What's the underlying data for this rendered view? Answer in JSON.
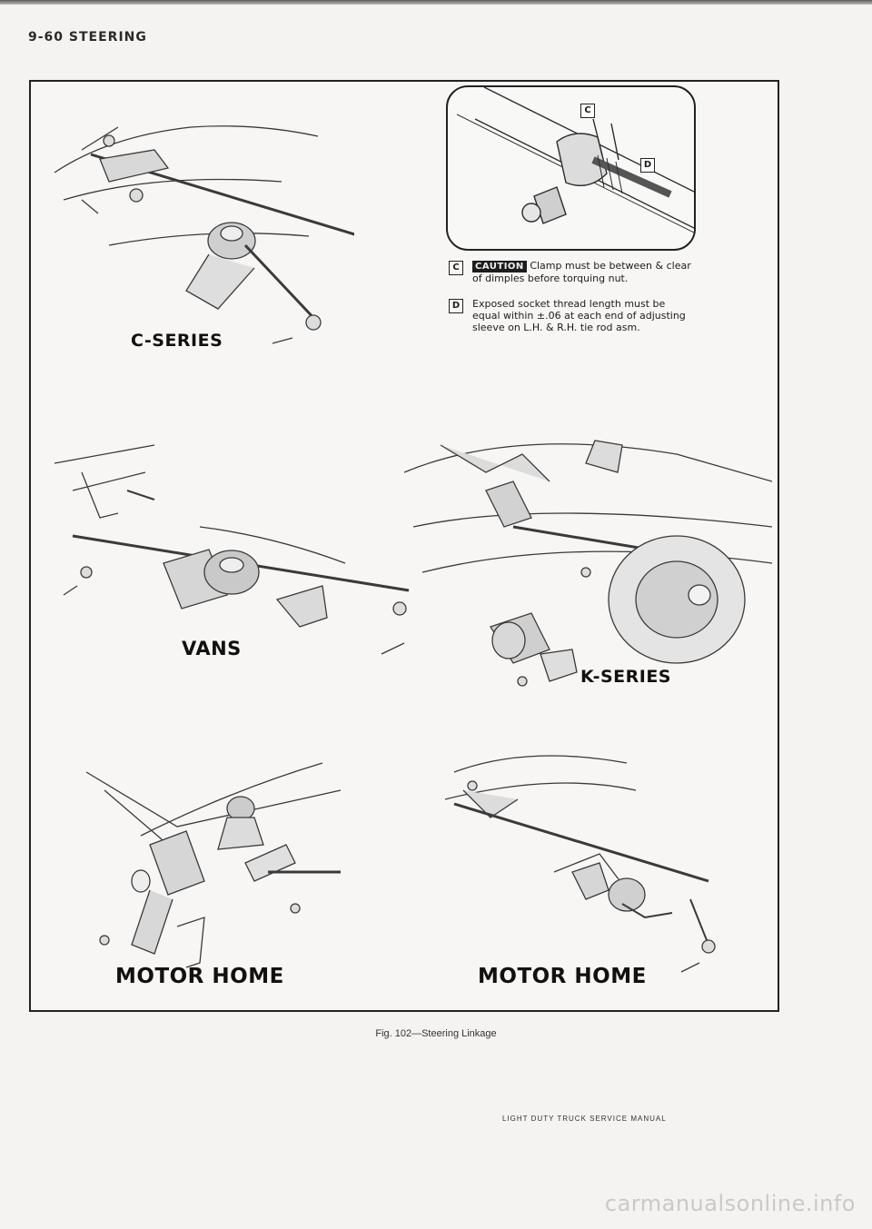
{
  "page_header": "9-60 STEERING",
  "figure": {
    "panels": {
      "c_series": "C-SERIES",
      "vans": "VANS",
      "k_series": "K-SERIES",
      "motor_home_left": "MOTOR HOME",
      "motor_home_right": "MOTOR HOME"
    },
    "detail": {
      "callout_c": "C",
      "callout_d": "D"
    },
    "notes": [
      {
        "tag": "C",
        "caution_label": "CAUTION",
        "line1": "Clamp must be between & clear",
        "line2": "of dimples before torquing nut."
      },
      {
        "tag": "D",
        "line1": "Exposed socket thread length must be",
        "line2": "equal within ±.06 at each end of adjusting",
        "line3": "sleeve on L.H. & R.H. tie rod asm."
      }
    ],
    "caption": "Fig. 102—Steering Linkage"
  },
  "footer": "LIGHT DUTY TRUCK SERVICE MANUAL",
  "watermark": "carmanualsonline.info"
}
